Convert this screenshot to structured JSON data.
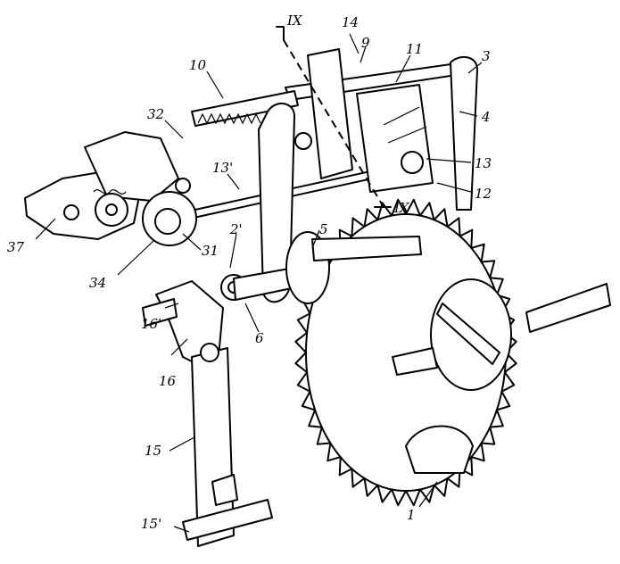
{
  "figure": {
    "labels": {
      "l1": "1",
      "l2p": "2'",
      "l3": "3",
      "l4": "4",
      "l5": "5",
      "l6": "6",
      "l9": "9",
      "l10": "10",
      "l11": "11",
      "l12": "12",
      "l13": "13",
      "l13p": "13'",
      "l14": "14",
      "l15": "15",
      "l15p": "15'",
      "l16": "16",
      "l16p": "16'",
      "l31": "31",
      "l32": "32",
      "l34": "34",
      "l37": "37",
      "sectionTop": "IX",
      "sectionBottom": "IX"
    }
  }
}
